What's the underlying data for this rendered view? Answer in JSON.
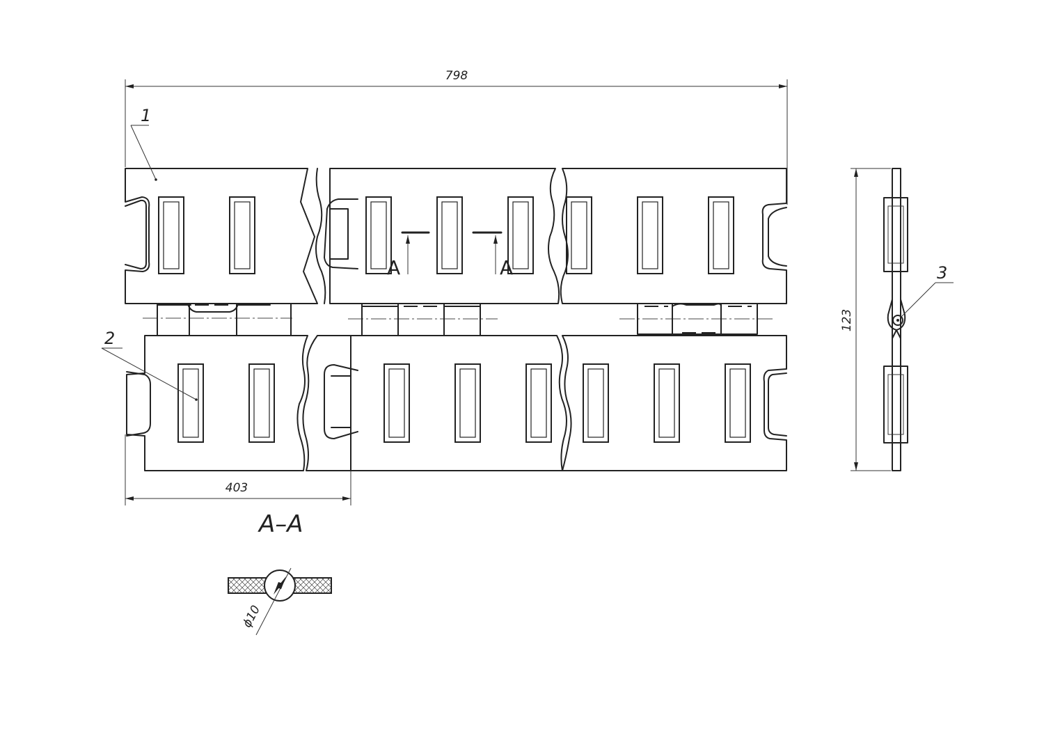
{
  "dimensions": {
    "overall_length": "798",
    "segment_length": "403",
    "height": "123",
    "hole_diameter": "ϕ10"
  },
  "callouts": {
    "part_1": "1",
    "part_2": "2",
    "part_3": "3"
  },
  "section": {
    "cut_left": "A",
    "cut_right": "A",
    "title": "A–A"
  }
}
